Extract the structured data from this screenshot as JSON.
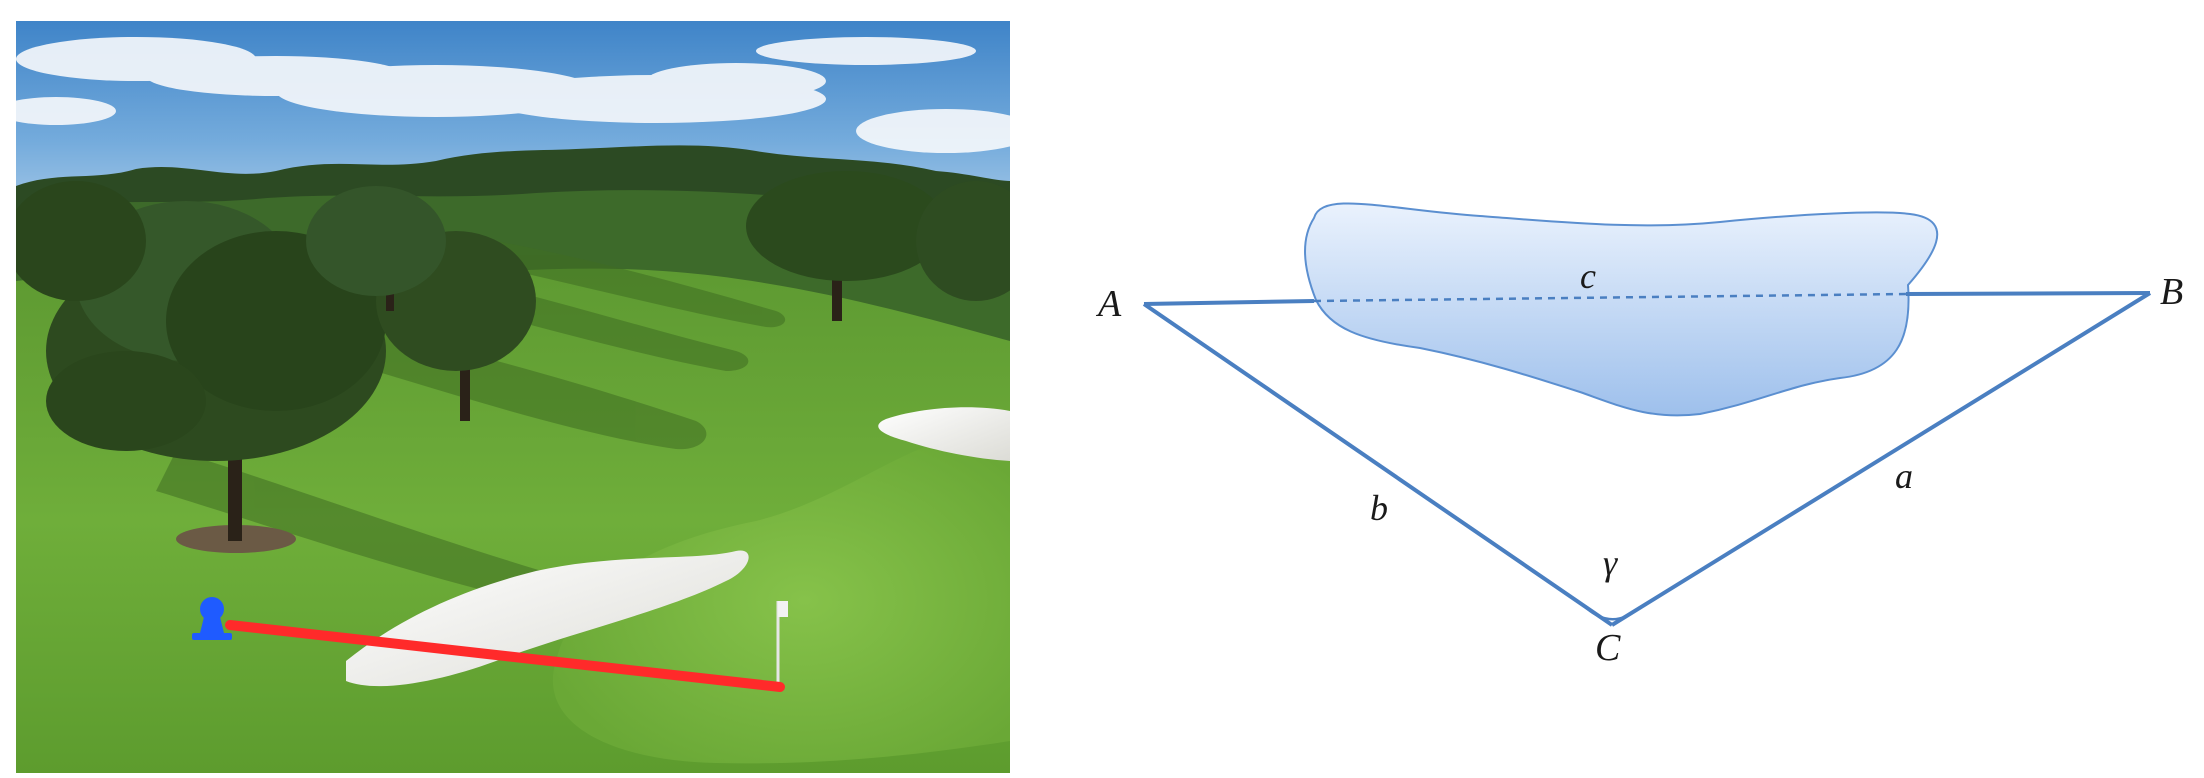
{
  "figure": {
    "left_panel": {
      "scene": "golf-course-aerial-photo",
      "marker_icon": "person-pin-icon",
      "marker_color": "#1f5bff",
      "line_color": "#ff2a2a"
    },
    "right_panel": {
      "vertices": {
        "a": "A",
        "b": "B",
        "c": "C"
      },
      "sides": {
        "a": "a",
        "b": "b",
        "c": "c"
      },
      "angle": "γ",
      "line_color": "#4a7fc1",
      "lake_color_top": "#eaf2fd",
      "lake_color_bottom": "#9ec0ec"
    }
  }
}
